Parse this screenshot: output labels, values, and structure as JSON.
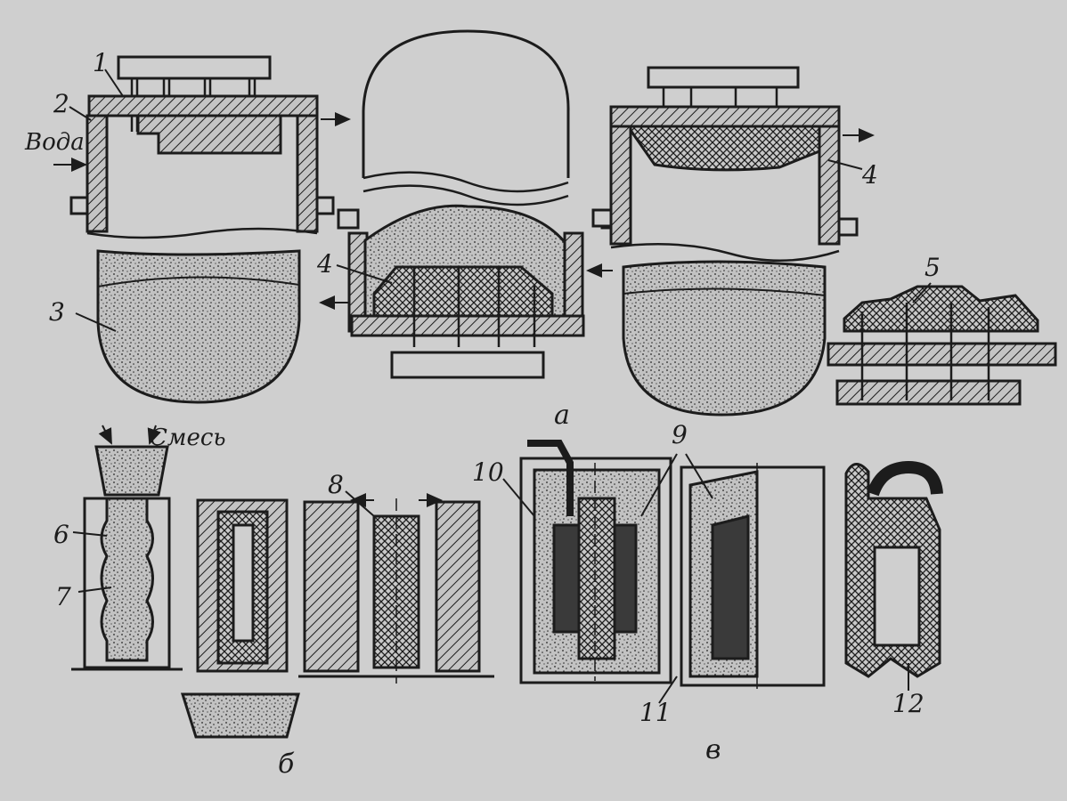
{
  "labels": {
    "n1": "1",
    "n2": "2",
    "n3": "3",
    "n4a": "4",
    "n4b": "4",
    "n5": "5",
    "n6": "6",
    "n7": "7",
    "n8": "8",
    "n9": "9",
    "n10": "10",
    "n11": "11",
    "n12": "12",
    "water": "Вода",
    "mix": "Смесь",
    "sub_a": "а",
    "sub_b": "б",
    "sub_v": "в"
  },
  "colors": {
    "background": "#cfcfcf",
    "ink": "#1c1c1c",
    "sand": "#bdbdbd",
    "dark_core": "#3a3a3a"
  }
}
